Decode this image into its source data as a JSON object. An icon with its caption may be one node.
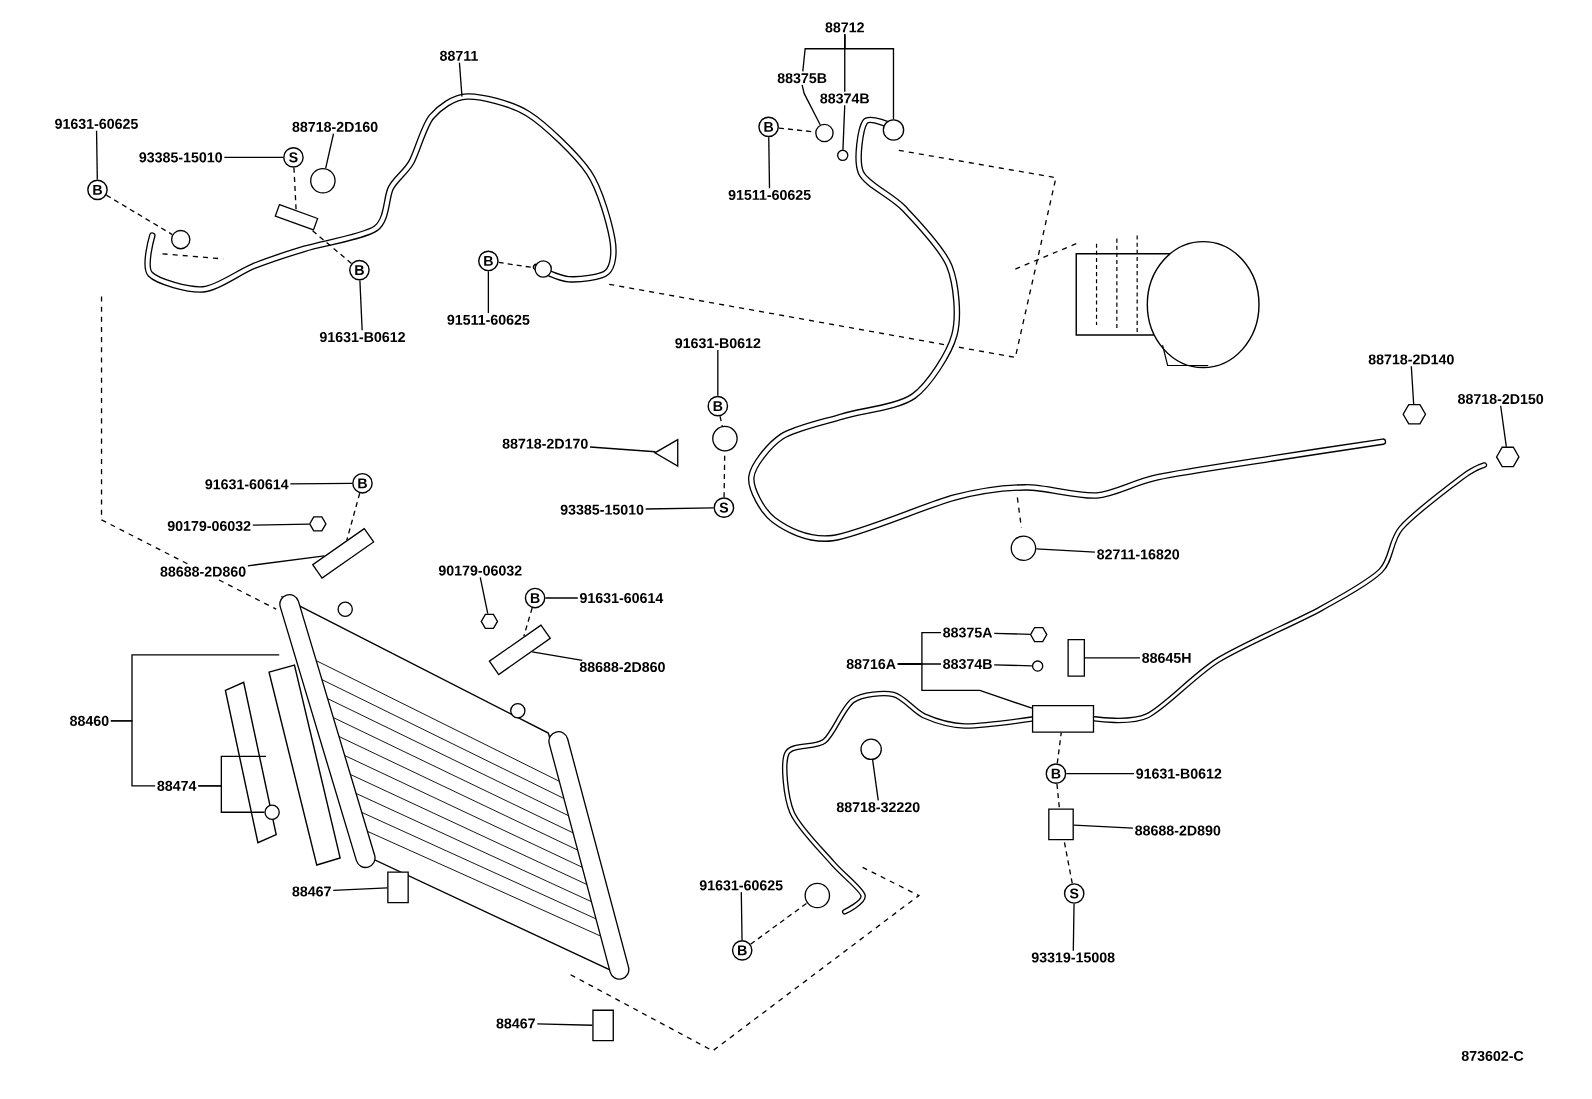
{
  "diagram": {
    "nodes": [
      {
        "text": [
          "88711"
        ]
      },
      {
        "text": [
          "91631-60625"
        ]
      },
      {
        "text": [
          "B"
        ]
      },
      {
        "text": [
          "93385-15010"
        ]
      },
      {
        "text": [
          "S"
        ]
      },
      {
        "text": [
          "88718-2D160"
        ]
      },
      {
        "text": [
          "B"
        ]
      },
      {
        "text": [
          "91631-B0612"
        ]
      },
      {
        "text": [
          "B"
        ]
      },
      {
        "text": [
          "91511-60625"
        ]
      },
      {
        "text": [
          "88712"
        ]
      },
      {
        "text": [
          "88375B"
        ]
      },
      {
        "text": [
          "88374B"
        ]
      },
      {
        "text": [
          "B"
        ]
      },
      {
        "text": [
          "91511-60625"
        ]
      },
      {
        "text": [
          "91631-B0612"
        ]
      },
      {
        "text": [
          "B"
        ]
      },
      {
        "text": [
          "88718-2D170"
        ]
      },
      {
        "text": [
          "93385-15010"
        ]
      },
      {
        "text": [
          "S"
        ]
      },
      {
        "text": [
          "91631-60614"
        ]
      },
      {
        "text": [
          "B"
        ]
      },
      {
        "text": [
          "90179-06032"
        ]
      },
      {
        "text": [
          "88688-2D860"
        ]
      },
      {
        "text": [
          "90179-06032"
        ]
      },
      {
        "text": [
          "B"
        ]
      },
      {
        "text": [
          "91631-60614"
        ]
      },
      {
        "text": [
          "88688-2D860"
        ]
      },
      {
        "text": [
          "88460"
        ]
      },
      {
        "text": [
          "88474"
        ]
      },
      {
        "text": [
          "88467"
        ]
      },
      {
        "text": [
          "88467"
        ]
      },
      {
        "text": [
          "91631-60625"
        ]
      },
      {
        "text": [
          "B"
        ]
      },
      {
        "text": [
          "88718-32220"
        ]
      },
      {
        "text": [
          "88375A"
        ]
      },
      {
        "text": [
          "88374B"
        ]
      },
      {
        "text": [
          "88716A"
        ]
      },
      {
        "text": [
          "88645H"
        ]
      },
      {
        "text": [
          "B"
        ]
      },
      {
        "text": [
          "91631-B0612"
        ]
      },
      {
        "text": [
          "88688-2D890"
        ]
      },
      {
        "text": [
          "S"
        ]
      },
      {
        "text": [
          "93319-15008"
        ]
      },
      {
        "text": [
          "82711-16820"
        ]
      },
      {
        "text": [
          "88718-2D140"
        ]
      },
      {
        "text": [
          "88718-2D150"
        ]
      },
      {
        "text": [],
        "shape": "circle"
      },
      {
        "text": [],
        "shape": "circle"
      },
      {
        "text": [],
        "shape": "box"
      },
      {
        "text": [],
        "shape": "circle"
      },
      {
        "text": [],
        "shape": "circle"
      },
      {
        "text": [],
        "shape": "circle"
      },
      {
        "text": [],
        "shape": "circle"
      },
      {
        "text": [],
        "shape": "circle"
      },
      {
        "text": [],
        "shape": "triangle"
      },
      {
        "text": [],
        "shape": "hexagon"
      },
      {
        "text": [],
        "shape": "box"
      },
      {
        "text": [],
        "shape": "hexagon"
      },
      {
        "text": [],
        "shape": "box"
      },
      {
        "text": [],
        "shape": "box"
      },
      {
        "text": [],
        "shape": "box"
      },
      {
        "text": [],
        "shape": "circle"
      },
      {
        "text": [],
        "shape": "circle"
      },
      {
        "text": [],
        "shape": "hexagon"
      },
      {
        "text": [],
        "shape": "circle"
      },
      {
        "text": [],
        "shape": "box"
      },
      {
        "text": [],
        "shape": "box"
      },
      {
        "text": [],
        "shape": "box"
      },
      {
        "text": [],
        "shape": "circle"
      },
      {
        "text": [],
        "shape": "hexagon"
      },
      {
        "text": [],
        "shape": "hexagon"
      },
      {
        "text": [],
        "shape": "circle"
      }
    ],
    "edges": [
      {
        "from": 0,
        "to": null,
        "arrow": "none"
      },
      {
        "from": 1,
        "to": 2,
        "arrow": "none"
      },
      {
        "from": 2,
        "to": 47,
        "arrow": "none",
        "style": "dashed"
      },
      {
        "from": 3,
        "to": 4,
        "arrow": "none"
      },
      {
        "from": 4,
        "to": 49,
        "arrow": "none",
        "style": "dashed"
      },
      {
        "from": 5,
        "to": 48,
        "arrow": "none"
      },
      {
        "from": 7,
        "to": 6,
        "arrow": "none"
      },
      {
        "from": 6,
        "to": 49,
        "arrow": "none",
        "style": "dashed"
      },
      {
        "from": 9,
        "to": 8,
        "arrow": "none"
      },
      {
        "from": 8,
        "to": 50,
        "arrow": "none",
        "style": "dashed"
      },
      {
        "from": 10,
        "to": 11,
        "arrow": "none"
      },
      {
        "from": 10,
        "to": 12,
        "arrow": "none"
      },
      {
        "from": 10,
        "to": 53,
        "arrow": "none"
      },
      {
        "from": 11,
        "to": 51,
        "arrow": "none"
      },
      {
        "from": 12,
        "to": 52,
        "arrow": "none"
      },
      {
        "from": 14,
        "to": 13,
        "arrow": "none"
      },
      {
        "from": 13,
        "to": 51,
        "arrow": "none",
        "style": "dashed"
      },
      {
        "from": 15,
        "to": 16,
        "arrow": "none"
      },
      {
        "from": 16,
        "to": 54,
        "arrow": "none",
        "style": "dashed"
      },
      {
        "from": 17,
        "to": 55,
        "arrow": "none"
      },
      {
        "from": 18,
        "to": 19,
        "arrow": "none"
      },
      {
        "from": 19,
        "to": 54,
        "arrow": "none",
        "style": "dashed"
      },
      {
        "from": 20,
        "to": 21,
        "arrow": "none"
      },
      {
        "from": 21,
        "to": 57,
        "arrow": "none",
        "style": "dashed"
      },
      {
        "from": 22,
        "to": 56,
        "arrow": "none"
      },
      {
        "from": 23,
        "to": 57,
        "arrow": "none"
      },
      {
        "from": 24,
        "to": 58,
        "arrow": "none"
      },
      {
        "from": 26,
        "to": 25,
        "arrow": "none"
      },
      {
        "from": 25,
        "to": 59,
        "arrow": "none",
        "style": "dashed"
      },
      {
        "from": 27,
        "to": 59,
        "arrow": "none"
      },
      {
        "from": 28,
        "to": null,
        "arrow": "none"
      },
      {
        "from": 28,
        "to": 29,
        "arrow": "none"
      },
      {
        "from": 29,
        "to": null,
        "arrow": "none"
      },
      {
        "from": 29,
        "to": 72,
        "arrow": "none"
      },
      {
        "from": 30,
        "to": 60,
        "arrow": "none"
      },
      {
        "from": 31,
        "to": 61,
        "arrow": "none"
      },
      {
        "from": 32,
        "to": 33,
        "arrow": "none"
      },
      {
        "from": 33,
        "to": 62,
        "arrow": "none",
        "style": "dashed"
      },
      {
        "from": 34,
        "to": 63,
        "arrow": "none"
      },
      {
        "from": 37,
        "to": 35,
        "arrow": "none"
      },
      {
        "from": 37,
        "to": 36,
        "arrow": "none"
      },
      {
        "from": 37,
        "to": 67,
        "arrow": "none"
      },
      {
        "from": 35,
        "to": 64,
        "arrow": "none"
      },
      {
        "from": 36,
        "to": 65,
        "arrow": "none"
      },
      {
        "from": 38,
        "to": 66,
        "arrow": "none"
      },
      {
        "from": 40,
        "to": 39,
        "arrow": "none"
      },
      {
        "from": 39,
        "to": 67,
        "arrow": "none",
        "style": "dashed"
      },
      {
        "from": 39,
        "to": 68,
        "arrow": "none",
        "style": "dashed"
      },
      {
        "from": 41,
        "to": 68,
        "arrow": "none"
      },
      {
        "from": 43,
        "to": 42,
        "arrow": "none"
      },
      {
        "from": 42,
        "to": 68,
        "arrow": "none",
        "style": "dashed"
      },
      {
        "from": 44,
        "to": 69,
        "arrow": "none"
      },
      {
        "from": 45,
        "to": 70,
        "arrow": "none"
      },
      {
        "from": 46,
        "to": 71,
        "arrow": "none"
      }
    ],
    "labels": [
      "873602-C"
    ]
  }
}
